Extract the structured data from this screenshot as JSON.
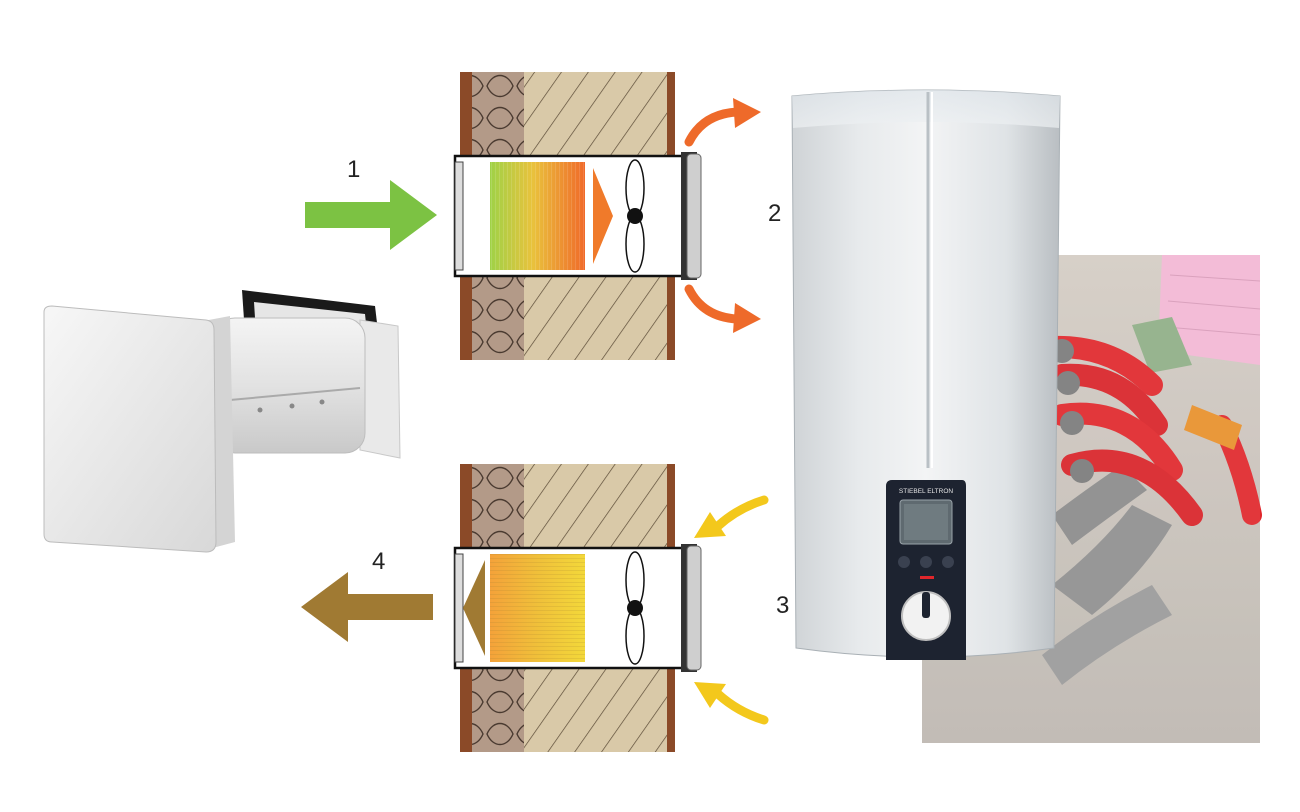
{
  "labels": {
    "step1": "1",
    "step2": "2",
    "step3": "3",
    "step4": "4"
  },
  "heater": {
    "brand": "STIEBEL ELTRON"
  },
  "icons": {
    "fresh_air_in": "green-arrow-right-icon",
    "exhaust_air_out": "brown-arrow-left-icon",
    "warm_air_out": "orange-curved-arrow-icon",
    "room_air_in": "yellow-curved-arrow-icon"
  },
  "colors": {
    "fresh_air": "#7cc243",
    "exhaust_air": "#a07a33",
    "warm_air": "#ee6a2a",
    "room_air": "#f3c81c",
    "wall_brick": "#d8c8a8",
    "insulation": "#b89b86",
    "pipe_red": "#e0262b",
    "pipe_grey": "#8f8f8f"
  }
}
